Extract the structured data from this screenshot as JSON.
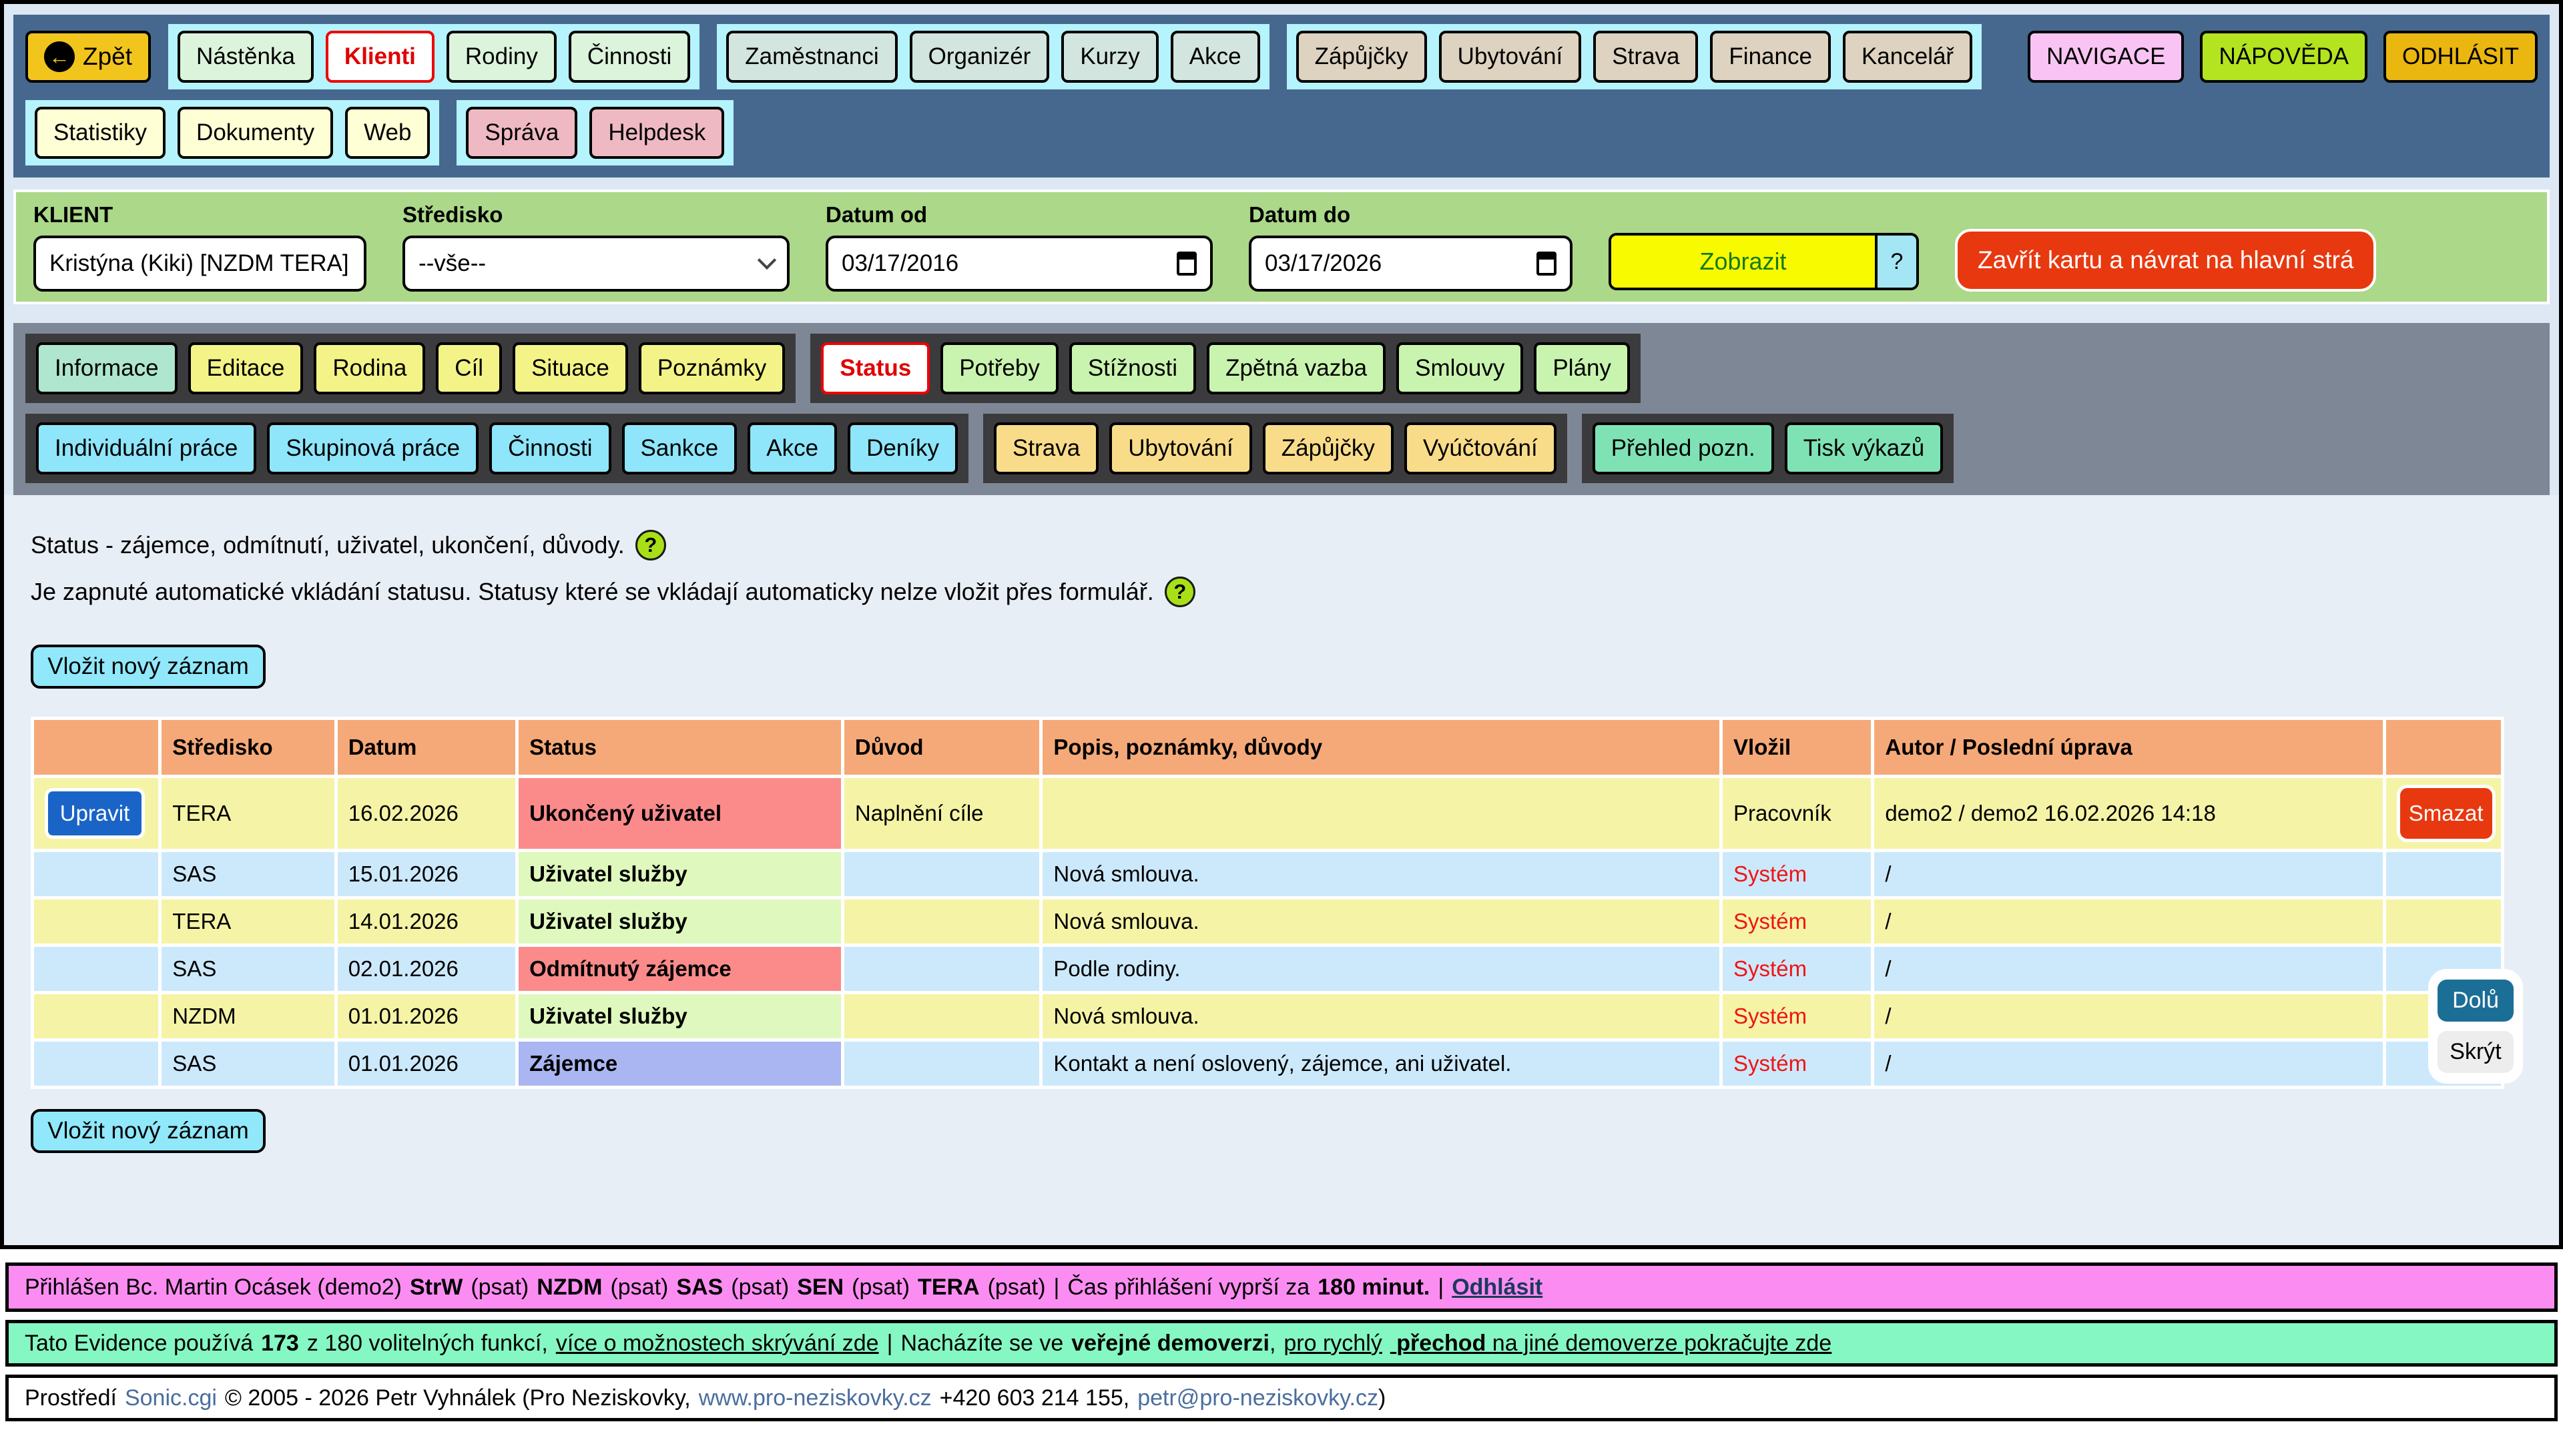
{
  "nav": {
    "back": "Zpět",
    "back_arrow": "←",
    "g1": [
      "Nástěnka",
      "Klienti",
      "Rodiny",
      "Činnosti"
    ],
    "g2": [
      "Zaměstnanci",
      "Organizér",
      "Kurzy",
      "Akce"
    ],
    "g3": [
      "Zápůjčky",
      "Ubytování",
      "Strava",
      "Finance",
      "Kancelář"
    ],
    "right": [
      "NAVIGACE",
      "NÁPOVĚDA",
      "ODHLÁSIT"
    ],
    "g4": [
      "Statistiky",
      "Dokumenty",
      "Web"
    ],
    "g5": [
      "Správa",
      "Helpdesk"
    ]
  },
  "filter": {
    "client_label": "KLIENT",
    "client_value": "Kristýna (Kiki) [NZDM TERA]",
    "center_label": "Středisko",
    "center_value": "--vše--",
    "date_from_label": "Datum od",
    "date_from_value": "03/17/2016",
    "date_to_label": "Datum do",
    "date_to_value": "03/17/2026",
    "show_label": "Zobrazit",
    "help_label": "?",
    "close_label": "Zavřít kartu a návrat na hlavní strá"
  },
  "tabs": {
    "r1g1": [
      "Informace",
      "Editace",
      "Rodina",
      "Cíl",
      "Situace",
      "Poznámky"
    ],
    "r1g2": [
      "Status",
      "Potřeby",
      "Stížnosti",
      "Zpětná vazba",
      "Smlouvy",
      "Plány"
    ],
    "r2g1": [
      "Individuální práce",
      "Skupinová práce",
      "Činnosti",
      "Sankce",
      "Akce",
      "Deníky"
    ],
    "r2g2": [
      "Strava",
      "Ubytování",
      "Zápůjčky",
      "Vyúčtování"
    ],
    "r2g3": [
      "Přehled pozn.",
      "Tisk výkazů"
    ]
  },
  "content": {
    "title": "Status - zájemce, odmítnutí, uživatel, ukončení, důvody.",
    "auto_note": "Je zapnuté automatické vkládání statusu. Statusy které se vkládají automaticky nelze vložit přes formulář.",
    "help_icon": "?",
    "insert_label": "Vložit nový záznam",
    "table": {
      "headers": [
        "",
        "Středisko",
        "Datum",
        "Status",
        "Důvod",
        "Popis, poznámky, důvody",
        "Vložil",
        "Autor / Poslední úprava",
        ""
      ],
      "rows": [
        {
          "edit": "Upravit",
          "center": "TERA",
          "date": "16.02.2026",
          "status": "Ukončený uživatel",
          "status_bg": "#fb8b8b",
          "reason": "Naplnění cíle",
          "note": "",
          "inserted_by": "Pracovník",
          "inserted_color": "#000000",
          "author": "demo2 / demo2 16.02.2026 14:18",
          "delete": "Smazat"
        },
        {
          "center": "SAS",
          "date": "15.01.2026",
          "status": "Uživatel služby",
          "status_bg": "#dff8bd",
          "reason": "",
          "note": "Nová smlouva.",
          "inserted_by": "Systém",
          "inserted_color": "#f01414",
          "author": "/"
        },
        {
          "center": "TERA",
          "date": "14.01.2026",
          "status": "Uživatel služby",
          "status_bg": "#dff8bd",
          "reason": "",
          "note": "Nová smlouva.",
          "inserted_by": "Systém",
          "inserted_color": "#f01414",
          "author": "/"
        },
        {
          "center": "SAS",
          "date": "02.01.2026",
          "status": "Odmítnutý zájemce",
          "status_bg": "#fb8b8b",
          "reason": "",
          "note": "Podle rodiny.",
          "inserted_by": "Systém",
          "inserted_color": "#f01414",
          "author": "/"
        },
        {
          "center": "NZDM",
          "date": "01.01.2026",
          "status": "Uživatel služby",
          "status_bg": "#dff8bd",
          "reason": "",
          "note": "Nová smlouva.",
          "inserted_by": "Systém",
          "inserted_color": "#f01414",
          "author": "/"
        },
        {
          "center": "SAS",
          "date": "01.01.2026",
          "status": "Zájemce",
          "status_bg": "#a9b6f2",
          "reason": "",
          "note": "Kontakt a není oslovený, zájemce, ani uživatel.",
          "inserted_by": "Systém",
          "inserted_color": "#f01414",
          "author": "/"
        }
      ]
    }
  },
  "floating": {
    "down": "Dolů",
    "hide": "Skrýt"
  },
  "session_bar": {
    "prefix": "Přihlášen Bc. Martin Ocásek (demo2)",
    "services": [
      "StrW",
      "NZDM",
      "SAS",
      "SEN",
      "TERA"
    ],
    "psat": "(psat)",
    "sep": "|",
    "expiry_prefix": "Čas přihlášení vyprší za",
    "expiry_bold": "180 minut.",
    "logout": "Odhlásit"
  },
  "usage_bar": {
    "t1": "Tato Evidence používá",
    "count": "173",
    "t2": "z 180 volitelných funkcí,",
    "link1": "více o možnostech skrývání zde",
    "sep": "|",
    "t3": "Nacházíte se ve",
    "b1": "veřejné demoverzi",
    "comma": ",",
    "link2_pre": "pro rychlý",
    "link2_bold": "přechod",
    "link2_post": "na jiné demoverze pokračujte zde"
  },
  "footer": {
    "t1": "Prostředí",
    "link1": "Sonic.cgi",
    "t2": "© 2005 - 2026 Petr Vyhnálek (Pro Neziskovky,",
    "link2": "www.pro-neziskovky.cz",
    "t3": "+420 603 214 155,",
    "link3": "petr@pro-neziskovky.cz",
    "t4": ")"
  },
  "colors": {
    "navband": "#46688e",
    "strip_cyan": "#b5f3fd",
    "filter_green": "#abd889",
    "tabband_gray": "#7e8795",
    "tab_strip_dark": "#3b3b3d",
    "active_red": "#e00000",
    "header_orange": "#f5a978",
    "row_yellow": "#f5f3a6",
    "row_blue": "#cce9fb",
    "status_red": "#fb8b8b",
    "status_green": "#dff8bd",
    "status_purple": "#a9b6f2",
    "bar_pink": "#fb8df2",
    "bar_mint": "#85f7c3"
  }
}
